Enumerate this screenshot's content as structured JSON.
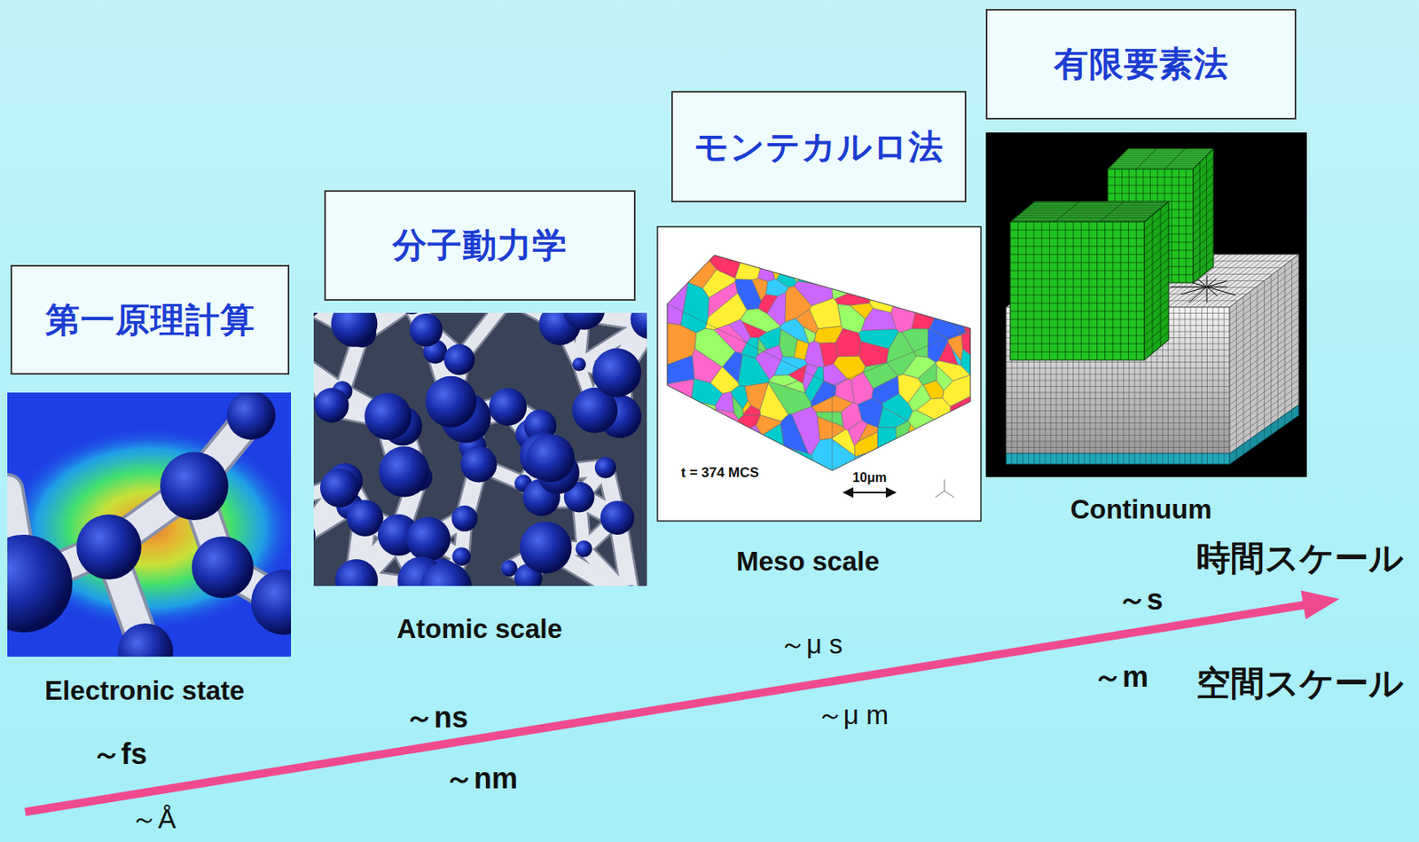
{
  "diagram": {
    "nodes": [
      {
        "text": [
          "第一原理計算"
        ]
      },
      {
        "text": [
          "分子動力学"
        ]
      },
      {
        "text": [
          "モンテカルロ法"
        ]
      },
      {
        "text": [
          "有限要素法"
        ]
      }
    ],
    "labels": [
      "Electronic state",
      "～fs",
      "～Å",
      "Atomic scale",
      "～ns",
      "～nm",
      "Meso scale",
      "～μ s",
      "～μ m",
      "t = 374 MCS",
      "10μm",
      "Continuum",
      "～s",
      "～m",
      "時間スケール",
      "空間スケール"
    ]
  }
}
